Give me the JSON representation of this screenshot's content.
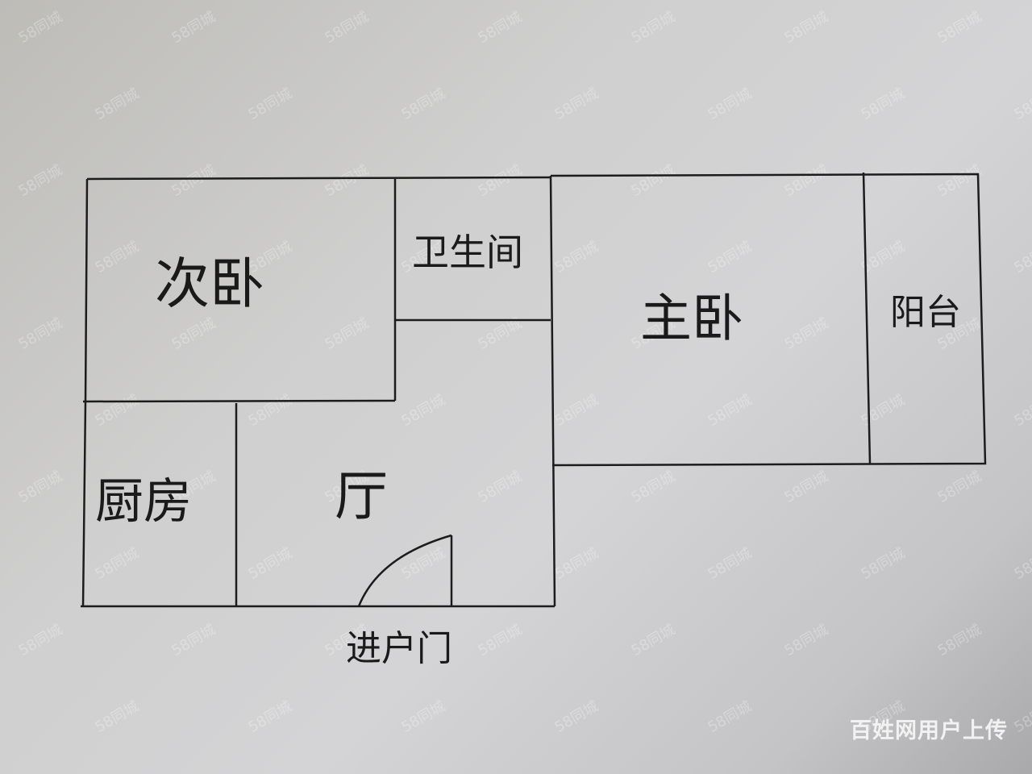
{
  "rooms": {
    "second_bedroom": "次卧",
    "bathroom": "卫生间",
    "master_bedroom": "主卧",
    "balcony": "阳台",
    "kitchen": "厨房",
    "living_room": "厅",
    "entrance_door": "进户门"
  },
  "watermark": "58同城",
  "upload_caption": "百姓网用户上传"
}
